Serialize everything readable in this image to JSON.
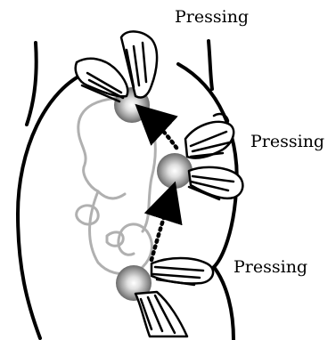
{
  "labels": {
    "top": "Pressing",
    "middle": "Pressing",
    "bottom": "Pressing"
  },
  "colors": {
    "outline": "#000000",
    "fetus": "#b0b0b0",
    "pressure_spot": "#9a9a9a",
    "arrow": "#000000"
  },
  "icons": [
    "hand-icon",
    "fetus-outline",
    "dotted-arrow"
  ]
}
